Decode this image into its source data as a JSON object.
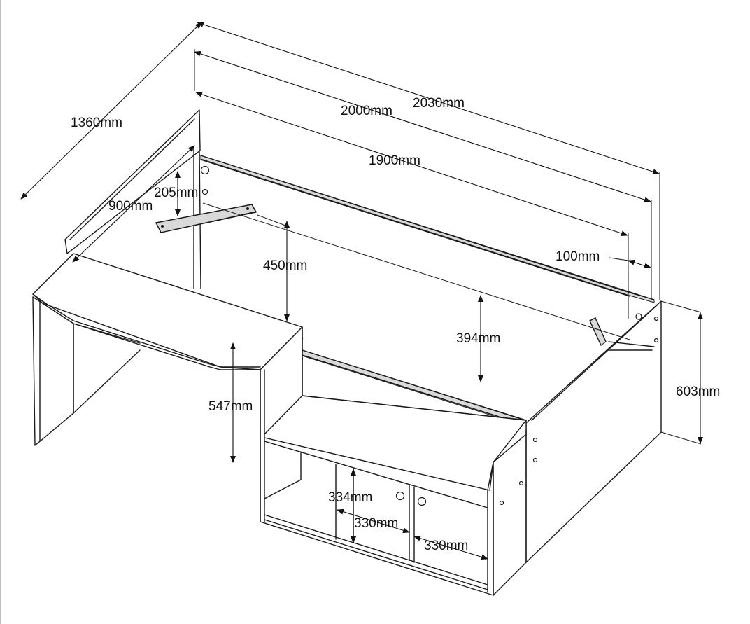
{
  "diagram": {
    "colors": {
      "line": "#1a1a1a",
      "background": "#ffffff",
      "strip": "#d9d9d9"
    },
    "dimensions": {
      "overall_depth": "1360mm",
      "overall_length": "2030mm",
      "frame_length": "2000mm",
      "mattress_length": "1900mm",
      "desk_length": "900mm",
      "slat_drop": "205mm",
      "desk_clearance": "450mm",
      "desk_height": "547mm",
      "inner_height": "394mm",
      "end_gap": "100mm",
      "overall_height": "603mm",
      "shelf_height": "334mm",
      "shelf_width": "330mm",
      "door_width": "330mm"
    }
  }
}
